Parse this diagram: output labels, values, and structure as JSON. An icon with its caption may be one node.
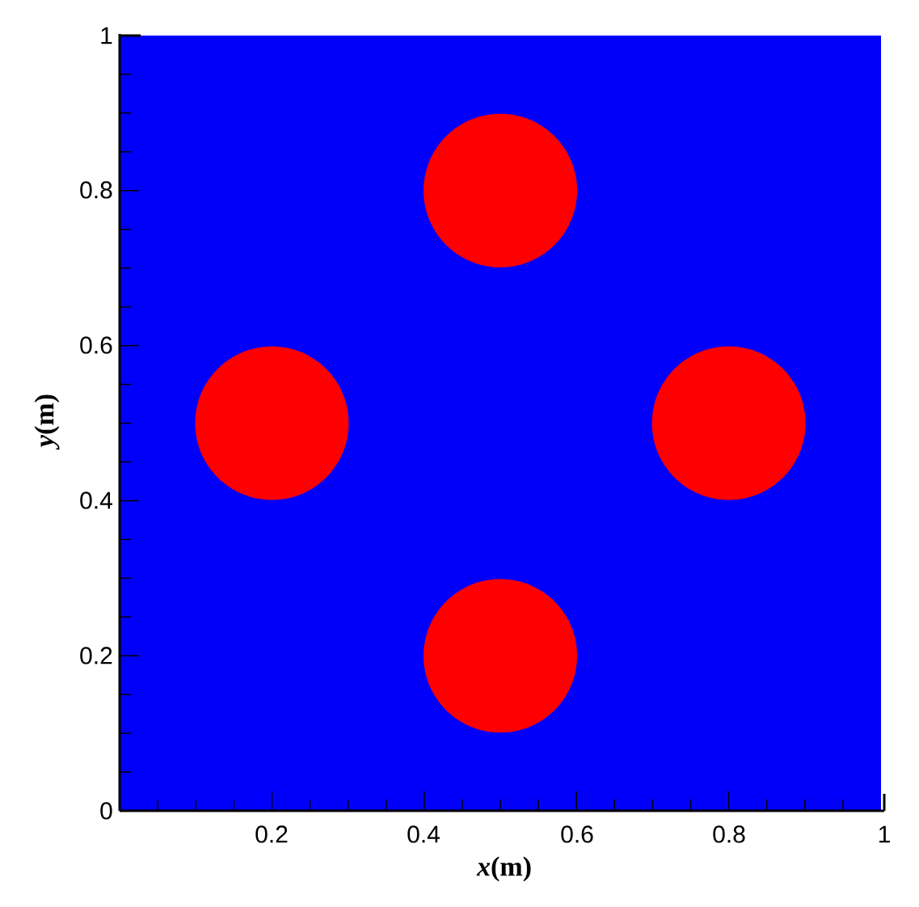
{
  "diagram": {
    "nodes": [
      {
        "text": [],
        "shape": "box"
      },
      {
        "text": [],
        "shape": "circle",
        "in": 0
      },
      {
        "text": [],
        "shape": "circle",
        "in": 0
      },
      {
        "text": [],
        "shape": "circle",
        "in": 0
      },
      {
        "text": [],
        "shape": "circle",
        "in": 0
      }
    ],
    "labels": [
      "1",
      "0.8",
      "0.6",
      "*y*(m)",
      "0.4",
      "0.2",
      "0",
      "0.2",
      "0.4",
      "0.6",
      "0.8",
      "1",
      "*x*(m)"
    ]
  }
}
